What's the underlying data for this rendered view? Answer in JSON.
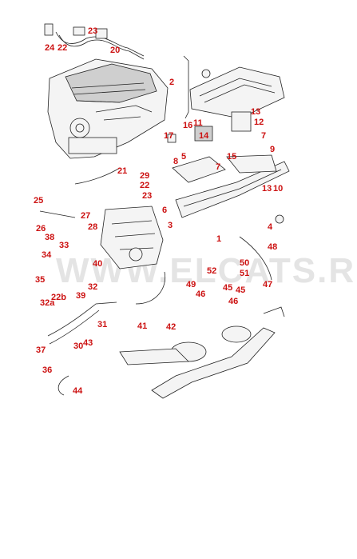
{
  "watermark": "WWW.ELCATS.RU",
  "colors": {
    "callout": "#cc1111",
    "linework": "#222222",
    "background": "#ffffff"
  },
  "callouts": [
    "23",
    "24",
    "22",
    "20",
    "2",
    "13",
    "16",
    "11",
    "14",
    "12",
    "17",
    "7",
    "5",
    "15",
    "9",
    "8",
    "7",
    "21",
    "29",
    "22",
    "23",
    "13",
    "10",
    "25",
    "6",
    "27",
    "28",
    "3",
    "4",
    "1",
    "48",
    "26",
    "38",
    "33",
    "34",
    "40",
    "50",
    "52",
    "51",
    "35",
    "32",
    "22b",
    "39",
    "49",
    "45",
    "47",
    "46",
    "32a",
    "31",
    "41",
    "42",
    "37",
    "30",
    "43",
    "36",
    "44"
  ]
}
